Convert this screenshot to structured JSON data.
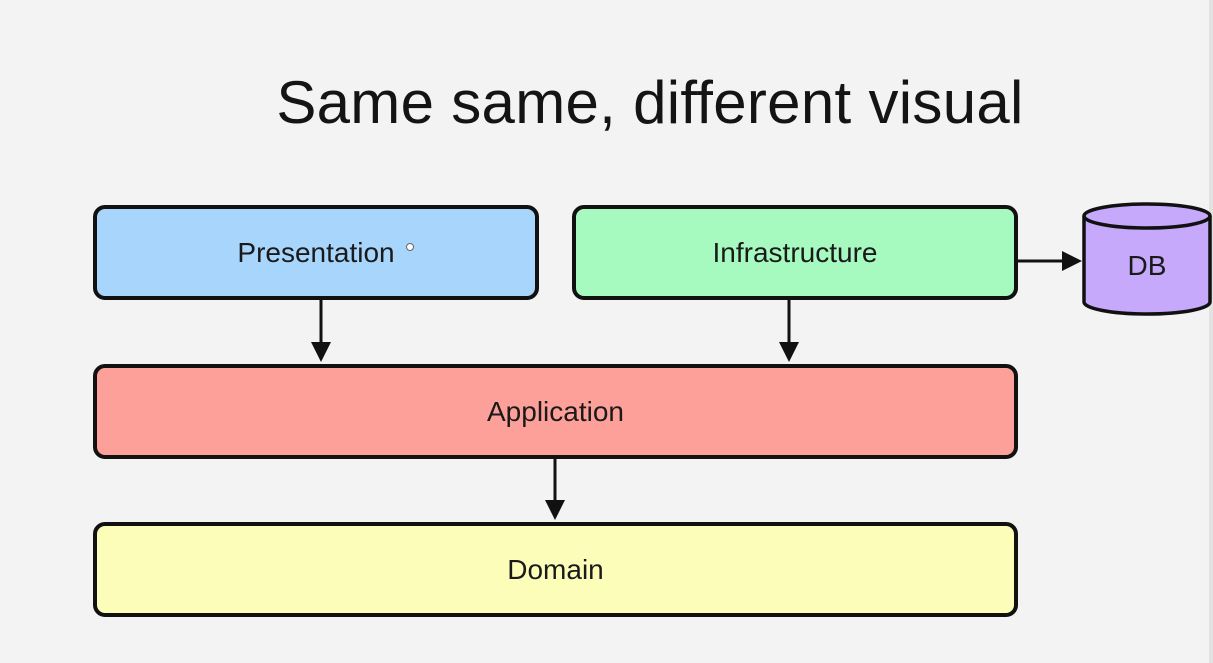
{
  "title": "Same same, different visual",
  "nodes": {
    "presentation": {
      "label": "Presentation",
      "color": "#a8d5fb"
    },
    "infrastructure": {
      "label": "Infrastructure",
      "color": "#a6f9bf"
    },
    "application": {
      "label": "Application",
      "color": "#fea09a"
    },
    "domain": {
      "label": "Domain",
      "color": "#fbfdb8"
    },
    "db": {
      "label": "DB",
      "color": "#c6a9fb"
    }
  },
  "edges": [
    {
      "from": "Presentation",
      "to": "Application"
    },
    {
      "from": "Infrastructure",
      "to": "Application"
    },
    {
      "from": "Application",
      "to": "Domain"
    },
    {
      "from": "Infrastructure",
      "to": "DB"
    }
  ]
}
